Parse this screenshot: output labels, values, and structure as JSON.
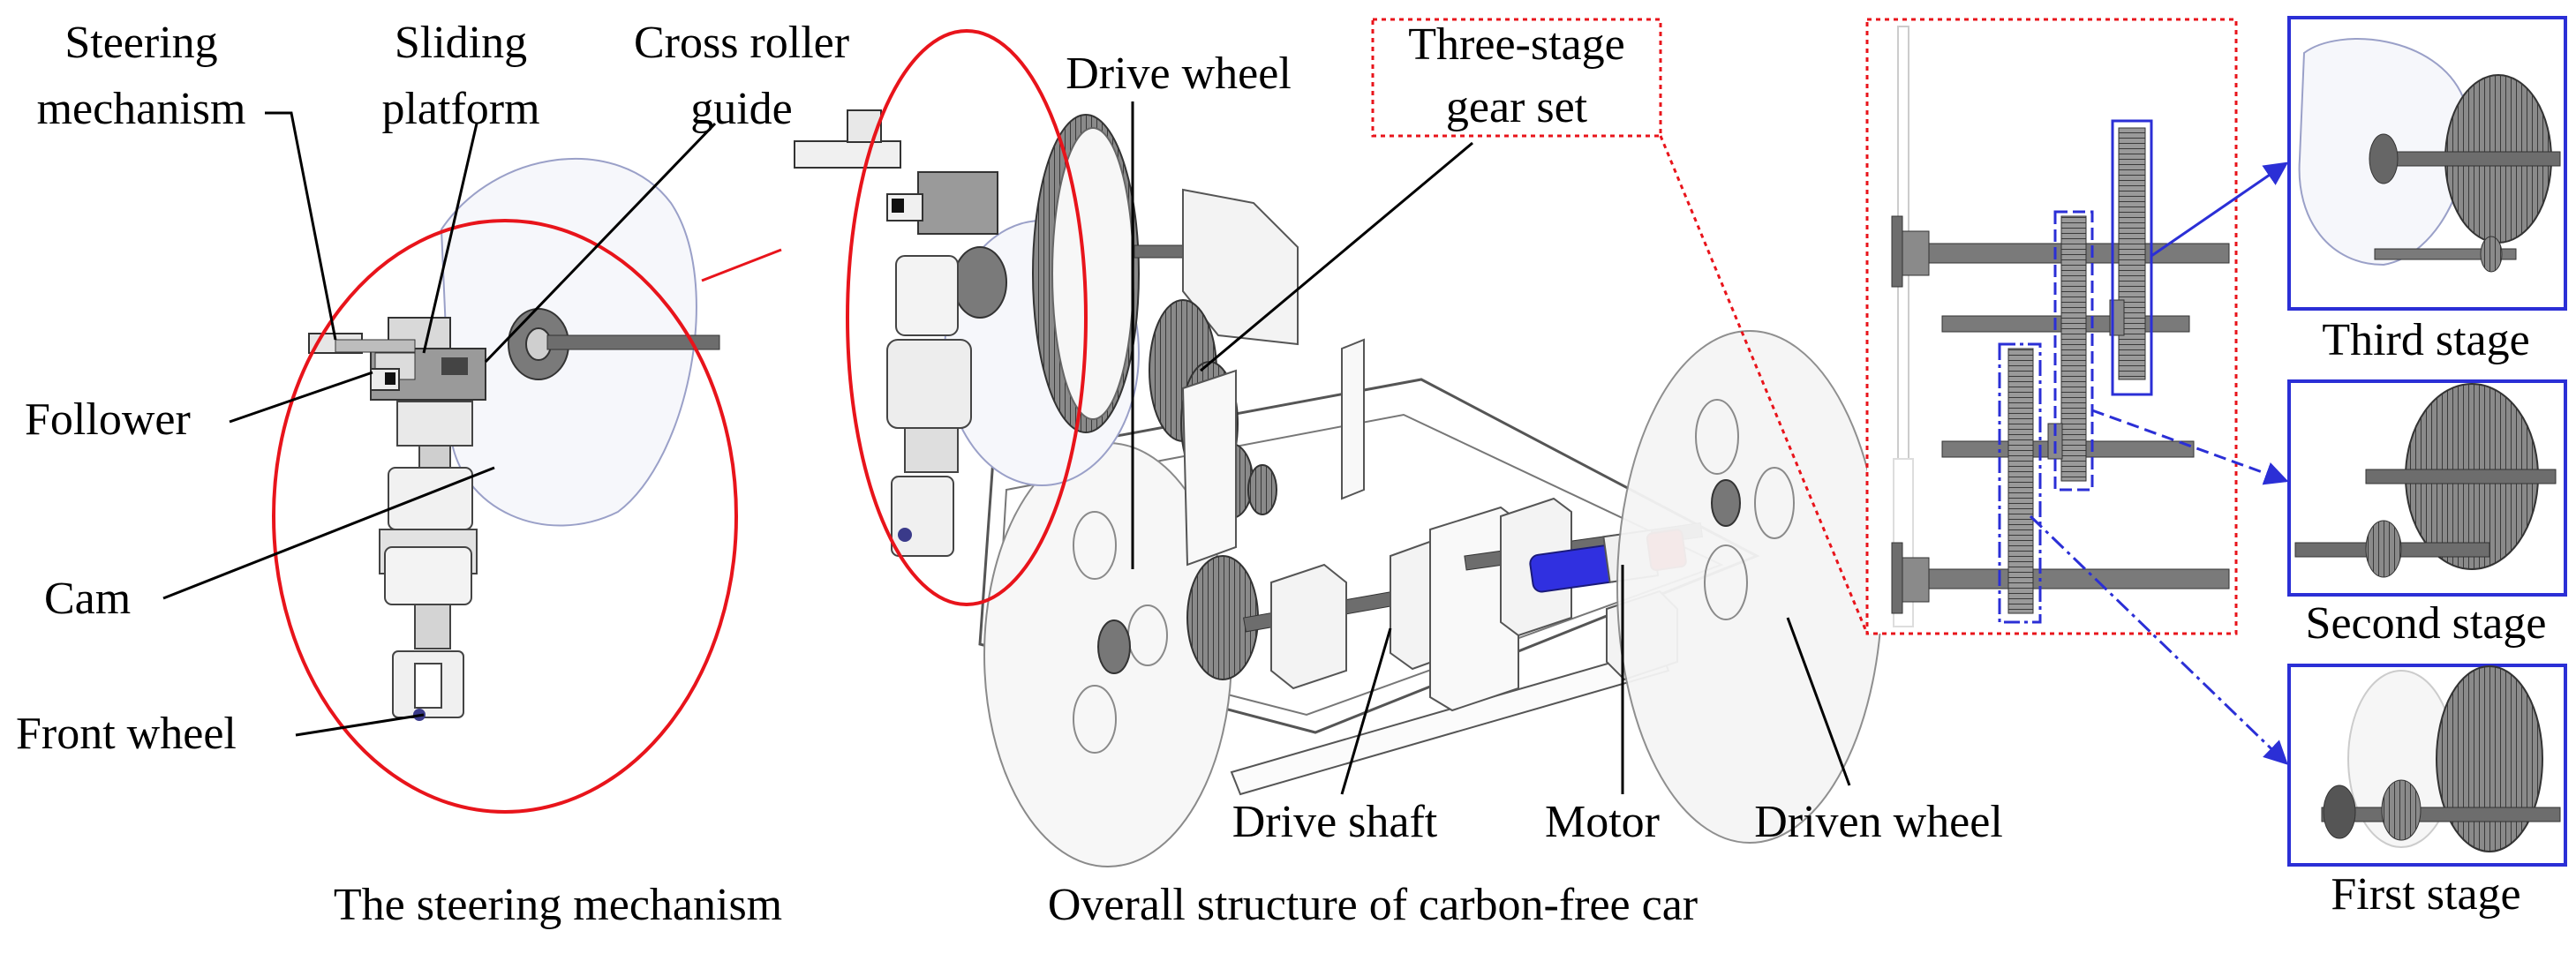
{
  "labels": {
    "steering_line1": "Steering",
    "steering_line2": "mechanism",
    "sliding_line1": "Sliding",
    "sliding_line2": "platform",
    "cross_line1": "Cross roller",
    "cross_line2": "guide",
    "follower": "Follower",
    "cam": "Cam",
    "front_wheel": "Front wheel",
    "drive_wheel": "Drive wheel",
    "gear_line1": "Three-stage",
    "gear_line2": "gear set",
    "drive_shaft": "Drive shaft",
    "motor": "Motor",
    "driven_wheel": "Driven wheel",
    "third_stage": "Third stage",
    "second_stage": "Second stage",
    "first_stage": "First stage"
  },
  "captions": {
    "steering": "The steering mechanism",
    "overall": "Overall structure of carbon-free car"
  },
  "colors": {
    "highlight_red": "#e8141b",
    "dotted_red": "#e8141b",
    "stage_blue": "#2b2fd6",
    "motor_blue": "#3030e0",
    "motor_red": "#e51616",
    "gear_gray": "#7a7a7a",
    "shaft_gray": "#6d6d6d",
    "outline": "#555555"
  }
}
